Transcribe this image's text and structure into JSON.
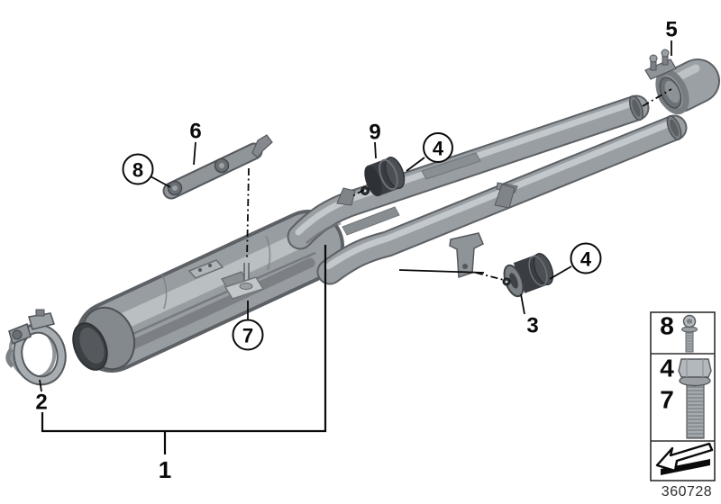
{
  "figure": {
    "doc_number": "360728",
    "background_color": "#ffffff",
    "line_color": "#0a0a0a",
    "pipe_color_mid": "#999ea2",
    "pipe_color_dark": "#5d6165",
    "pipe_color_highlight": "#c8ccd0",
    "rubber_mount_color": "#3a3e42",
    "legend_metal_color": "#b3b8bc"
  },
  "labels": {
    "p1": "1",
    "p2": "2",
    "p3": "3",
    "p5": "5",
    "p6": "6",
    "p9": "9",
    "b4": "4",
    "b7": "7",
    "b8": "8"
  },
  "legend": {
    "row1": "8",
    "row2a": "4",
    "row2b": "7"
  }
}
